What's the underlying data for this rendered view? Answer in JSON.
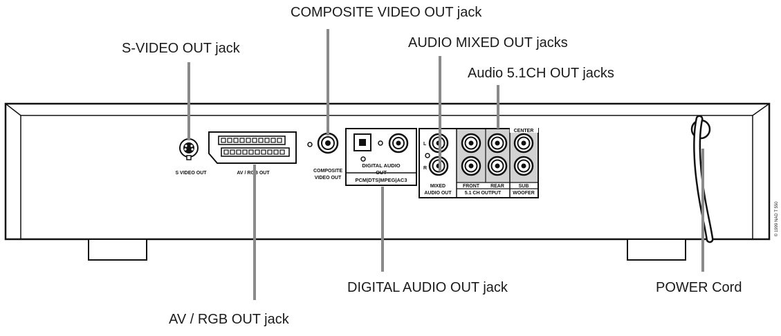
{
  "callouts": {
    "svideo": "S-VIDEO OUT jack",
    "composite": "COMPOSITE VIDEO OUT jack",
    "audio_mixed": "AUDIO MIXED OUT jacks",
    "audio51": "Audio 5.1CH OUT jacks",
    "digital": "DIGITAL AUDIO OUT jack",
    "avrgb": "AV / RGB OUT jack",
    "power": "POWER Cord"
  },
  "panel_labels": {
    "svideo": "S VIDEO OUT",
    "avrgb": "AV / RGB OUT",
    "composite_line1": "COMPOSITE",
    "composite_line2": "VIDEO OUT",
    "digital_line1": "DIGITAL AUDIO",
    "digital_line2": "OUT",
    "digital_formats": "PCM|DTS|MPEG|AC3",
    "mixed_line1": "MIXED",
    "mixed_line2": "AUDIO OUT",
    "left_marker": "L",
    "right_marker": "R",
    "front": "FRONT",
    "rear": "REAR",
    "center": "CENTER",
    "output51": "5.1 CH OUTPUT",
    "sub_line1": "SUB",
    "sub_line2": "WOOFER"
  },
  "copyright": "© 1999 NAD T 550",
  "colors": {
    "leader": "#8a8a8a",
    "panel_shade": "#d2d2d2",
    "outline": "#111111"
  }
}
